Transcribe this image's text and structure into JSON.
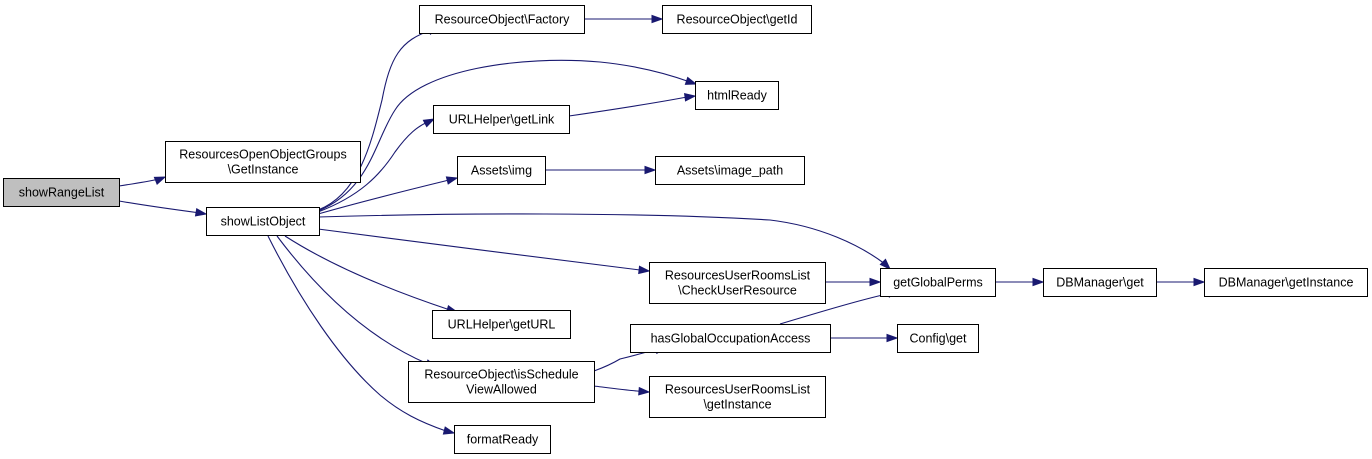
{
  "graph": {
    "edge_color": "#191970",
    "root_fill": "#bfbfbf",
    "node_fill": "#ffffff",
    "nodes": [
      {
        "id": "showRangeList",
        "lines": [
          "showRangeList"
        ],
        "root": true
      },
      {
        "id": "roog",
        "lines": [
          "ResourcesOpenObjectGroups",
          "\\GetInstance"
        ]
      },
      {
        "id": "showListObject",
        "lines": [
          "showListObject"
        ]
      },
      {
        "id": "factory",
        "lines": [
          "ResourceObject\\Factory"
        ]
      },
      {
        "id": "getId",
        "lines": [
          "ResourceObject\\getId"
        ]
      },
      {
        "id": "htmlReady",
        "lines": [
          "htmlReady"
        ]
      },
      {
        "id": "getLink",
        "lines": [
          "URLHelper\\getLink"
        ]
      },
      {
        "id": "img",
        "lines": [
          "Assets\\img"
        ]
      },
      {
        "id": "image_path",
        "lines": [
          "Assets\\image_path"
        ]
      },
      {
        "id": "checkUser",
        "lines": [
          "ResourcesUserRoomsList",
          "\\CheckUserResource"
        ]
      },
      {
        "id": "getGlobalPerms",
        "lines": [
          "getGlobalPerms"
        ]
      },
      {
        "id": "dbget",
        "lines": [
          "DBManager\\get"
        ]
      },
      {
        "id": "dbgetInstance",
        "lines": [
          "DBManager\\getInstance"
        ]
      },
      {
        "id": "getURL",
        "lines": [
          "URLHelper\\getURL"
        ]
      },
      {
        "id": "hasGOA",
        "lines": [
          "hasGlobalOccupationAccess"
        ]
      },
      {
        "id": "configGet",
        "lines": [
          "Config\\get"
        ]
      },
      {
        "id": "isSchedule",
        "lines": [
          "ResourceObject\\isSchedule",
          "ViewAllowed"
        ]
      },
      {
        "id": "urlGetInstance",
        "lines": [
          "ResourcesUserRoomsList",
          "\\getInstance"
        ]
      },
      {
        "id": "formatReady",
        "lines": [
          "formatReady"
        ]
      }
    ],
    "edges": [
      [
        "showRangeList",
        "roog"
      ],
      [
        "showRangeList",
        "showListObject"
      ],
      [
        "showListObject",
        "factory"
      ],
      [
        "showListObject",
        "htmlReady"
      ],
      [
        "showListObject",
        "getLink"
      ],
      [
        "showListObject",
        "img"
      ],
      [
        "showListObject",
        "getGlobalPerms"
      ],
      [
        "showListObject",
        "checkUser"
      ],
      [
        "showListObject",
        "getURL"
      ],
      [
        "showListObject",
        "isSchedule"
      ],
      [
        "showListObject",
        "formatReady"
      ],
      [
        "factory",
        "getId"
      ],
      [
        "getLink",
        "htmlReady"
      ],
      [
        "img",
        "image_path"
      ],
      [
        "checkUser",
        "getGlobalPerms"
      ],
      [
        "getGlobalPerms",
        "dbget"
      ],
      [
        "dbget",
        "dbgetInstance"
      ],
      [
        "isSchedule",
        "hasGOA"
      ],
      [
        "isSchedule",
        "urlGetInstance"
      ],
      [
        "hasGOA",
        "getGlobalPerms"
      ],
      [
        "hasGOA",
        "configGet"
      ]
    ]
  }
}
